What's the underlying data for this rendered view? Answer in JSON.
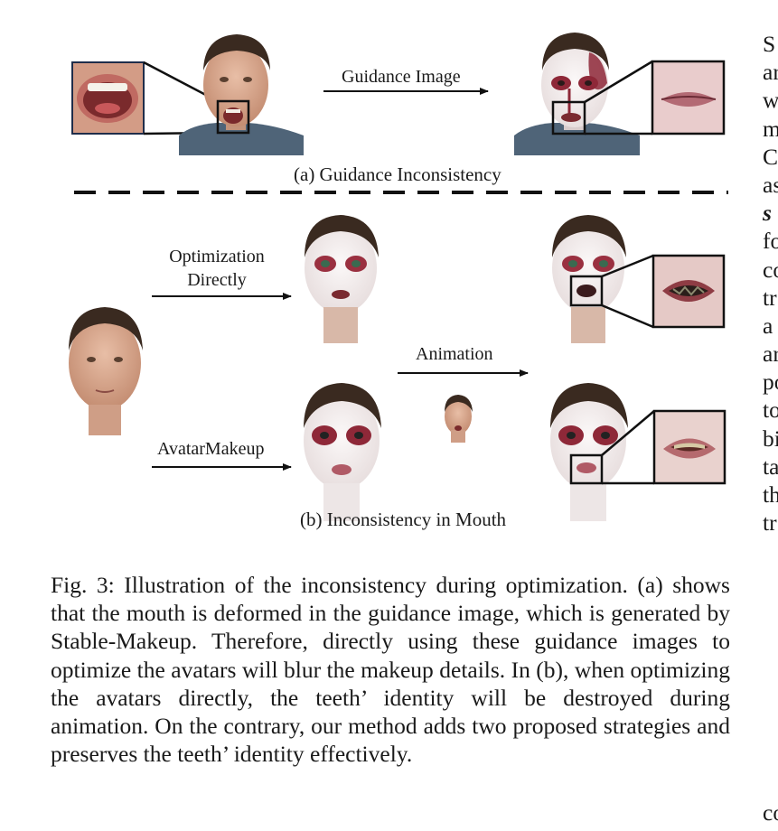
{
  "figure": {
    "panel_a": {
      "arrow_label": "Guidance Image",
      "caption": "(a) Guidance Inconsistency"
    },
    "panel_b": {
      "arrow_top_label_line1": "Optimization",
      "arrow_top_label_line2": "Directly",
      "arrow_animation_label": "Animation",
      "arrow_bottom_label": "AvatarMakeup",
      "caption": "(b) Inconsistency in Mouth"
    },
    "caption": "Fig. 3: Illustration of the inconsistency during optimization. (a) shows that the mouth is deformed in the guidance image, which is generated by Stable-Makeup. Therefore, directly using these guidance images to optimize the avatars will blur the makeup details. In (b), when optimizing the avatars directly, the teeth’ identity will be destroyed during animation. On the contrary, our method adds two proposed strategies and preserves the teeth’ identity effectively."
  },
  "right_column_fragments": [
    "S",
    "ar",
    "w",
    "m",
    "C",
    "as",
    "s",
    "fo",
    "co",
    "tr",
    "a",
    "ar",
    "po",
    "to",
    "bi",
    "ta",
    "th",
    "tr"
  ],
  "bottom_fragment": "co",
  "colors": {
    "skin": "#dcae94",
    "shirt": "#4f6478",
    "hair": "#3a2a20",
    "makeup_white": "#f2eeee",
    "makeup_red": "#8e2838",
    "zoom_border_dark": "#1f2d4a"
  }
}
